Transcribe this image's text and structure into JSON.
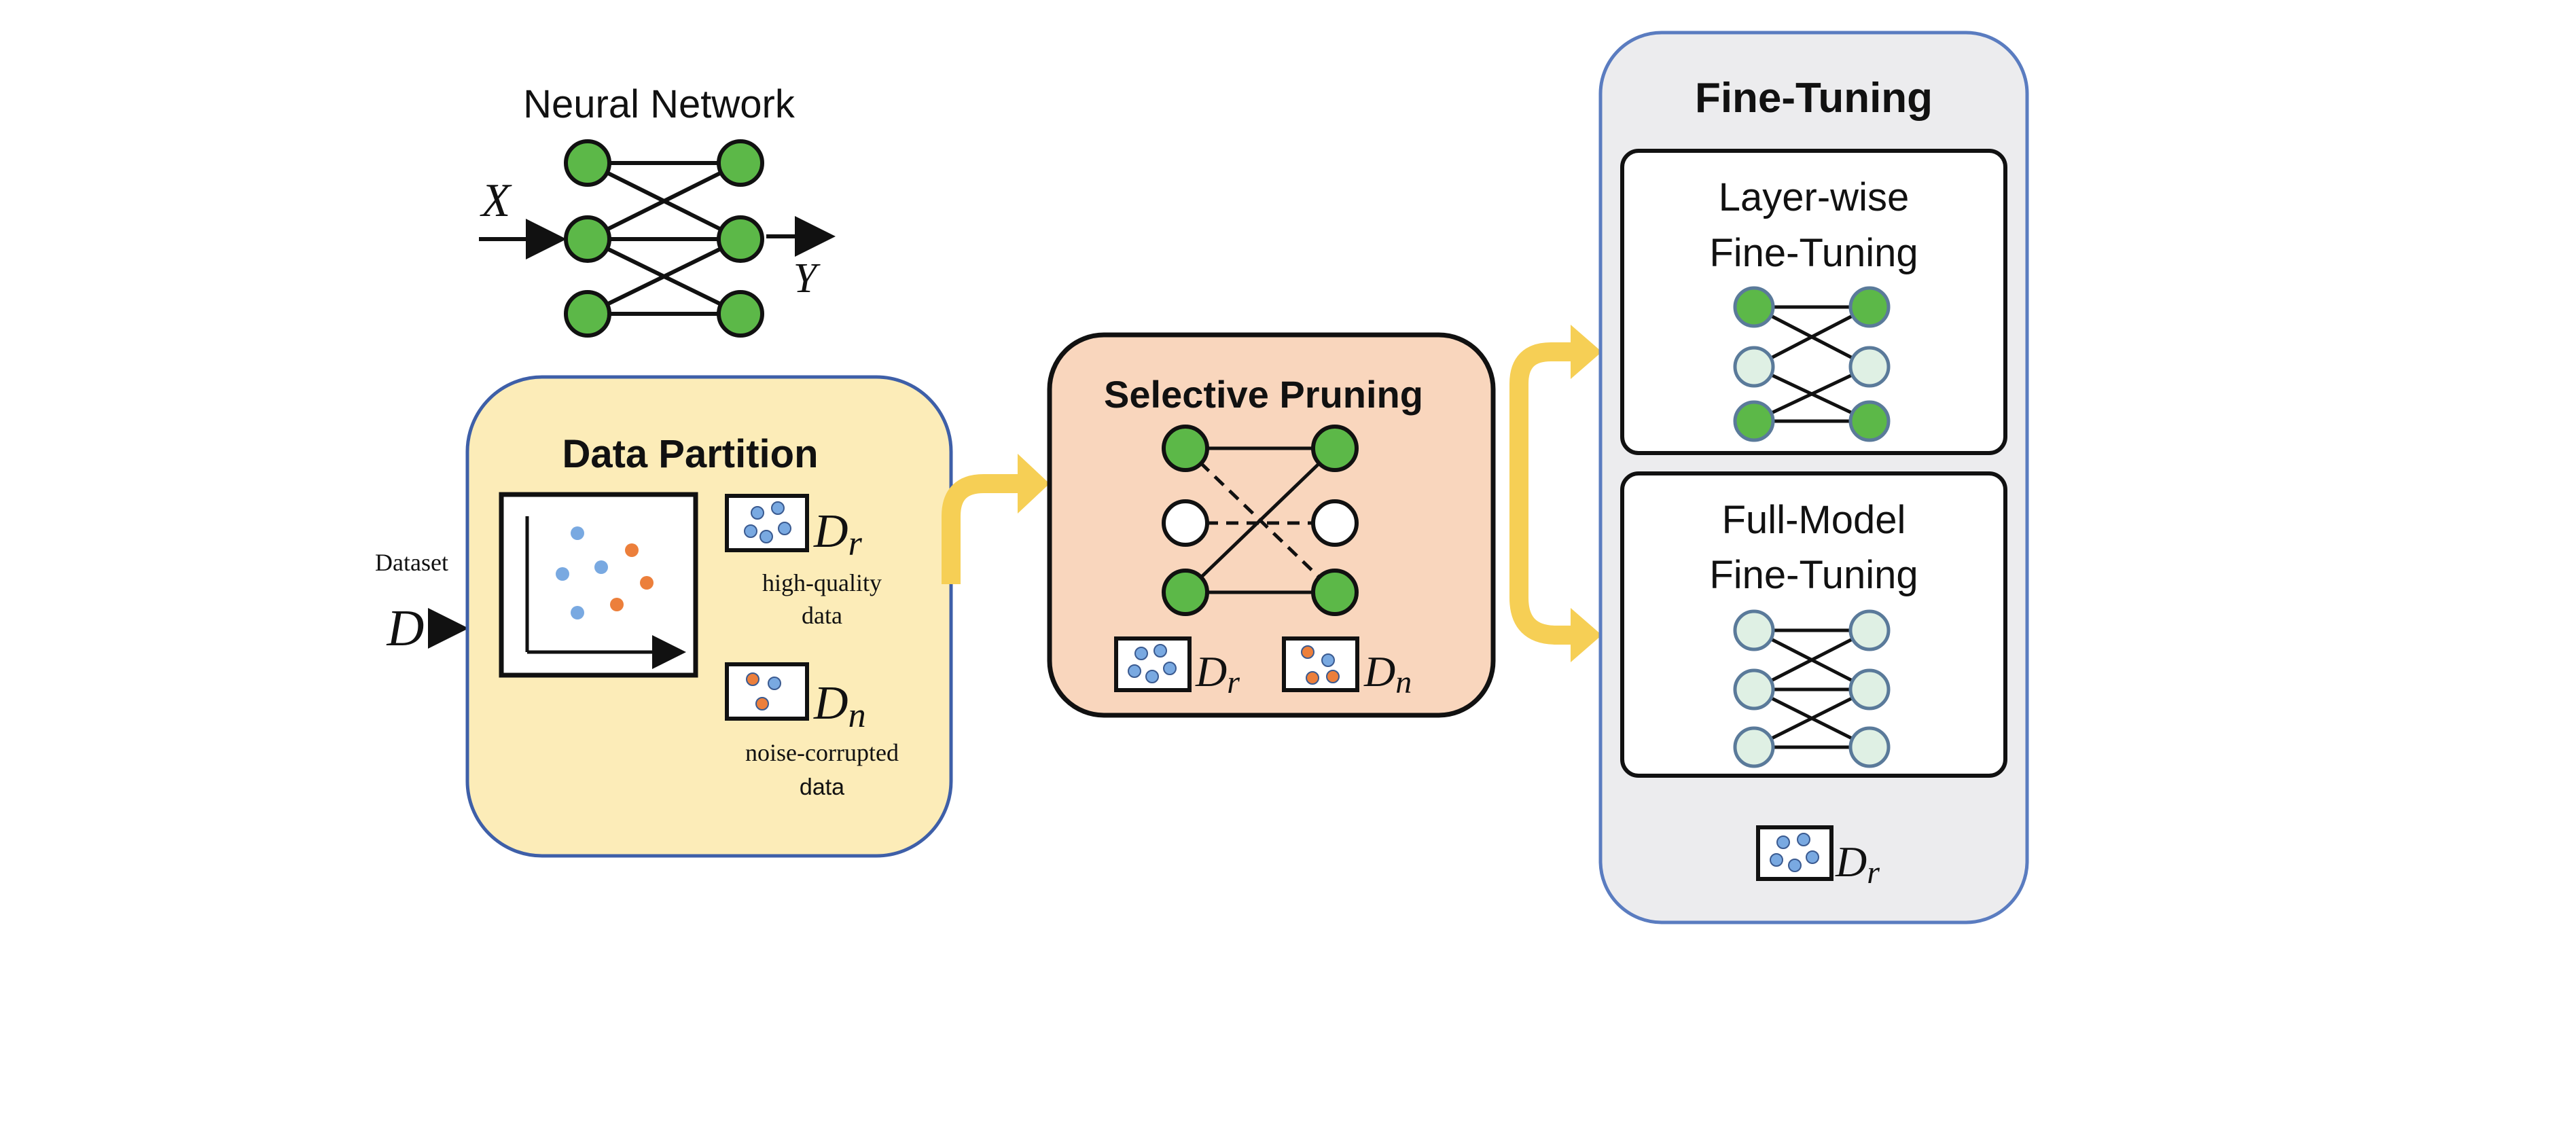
{
  "neural_network": {
    "title": "Neural Network",
    "input_label": "X",
    "output_label": "Y"
  },
  "dataset": {
    "label": "Dataset",
    "symbol": "D"
  },
  "data_partition": {
    "title": "Data Partition",
    "dr_symbol": "D",
    "dr_subscript": "r",
    "dr_caption_line1": "high-quality",
    "dr_caption_line2": "data",
    "dn_symbol": "D",
    "dn_subscript": "n",
    "dn_caption_line1": "noise-corrupted",
    "dn_caption_line2": "data"
  },
  "selective_pruning": {
    "title": "Selective Pruning",
    "dr_symbol": "D",
    "dr_subscript": "r",
    "dn_symbol": "D",
    "dn_subscript": "n"
  },
  "fine_tuning": {
    "title": "Fine-Tuning",
    "layer_wise_line1": "Layer-wise",
    "layer_wise_line2": "Fine-Tuning",
    "full_model_line1": "Full-Model",
    "full_model_line2": "Fine-Tuning",
    "dr_symbol": "D",
    "dr_subscript": "r"
  },
  "colors": {
    "node_green": "#5cb848",
    "node_pale": "#dff0e4",
    "node_white": "#ffffff",
    "partition_fill": "#fcecb8",
    "partition_border": "#3e5fa8",
    "pruning_fill": "#f9d6bd",
    "finetune_fill": "#ececee",
    "finetune_border": "#5a7cc0",
    "arrow_yellow": "#f6cf55",
    "point_blue": "#79a9e1",
    "point_orange": "#ec7f3b"
  }
}
